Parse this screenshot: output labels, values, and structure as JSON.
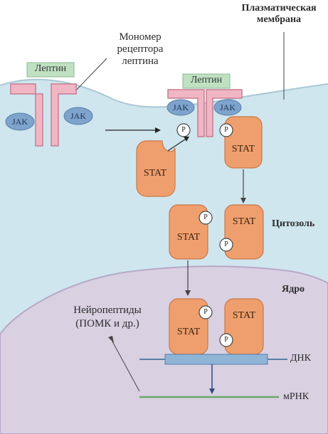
{
  "labels": {
    "membrane_title_line1": "Плазматическая",
    "membrane_title_line2": "мембрана",
    "monomer_line1": "Мономер",
    "monomer_line2": "рецептора",
    "monomer_line3": "лептина",
    "leptin": "Лептин",
    "jak": "JAK",
    "stat": "STAT",
    "p": "P",
    "cytosol": "Цитозоль",
    "nucleus": "Ядро",
    "neuropeptides_line1": "Нейропептиды",
    "neuropeptides_line2": "(ПОМК и др.)",
    "dna": "ДНК",
    "mrna": "мРНК"
  },
  "colors": {
    "cytosol": "#cfe6ee",
    "nucleus": "#d9d0e2",
    "stat": "#ef9f6d",
    "jak": "#7ea3cd",
    "receptor": "#f1b6c4",
    "leptin": "#bfe1c2",
    "dna": "#8eb4d6",
    "mrna": "#6aa86a"
  }
}
